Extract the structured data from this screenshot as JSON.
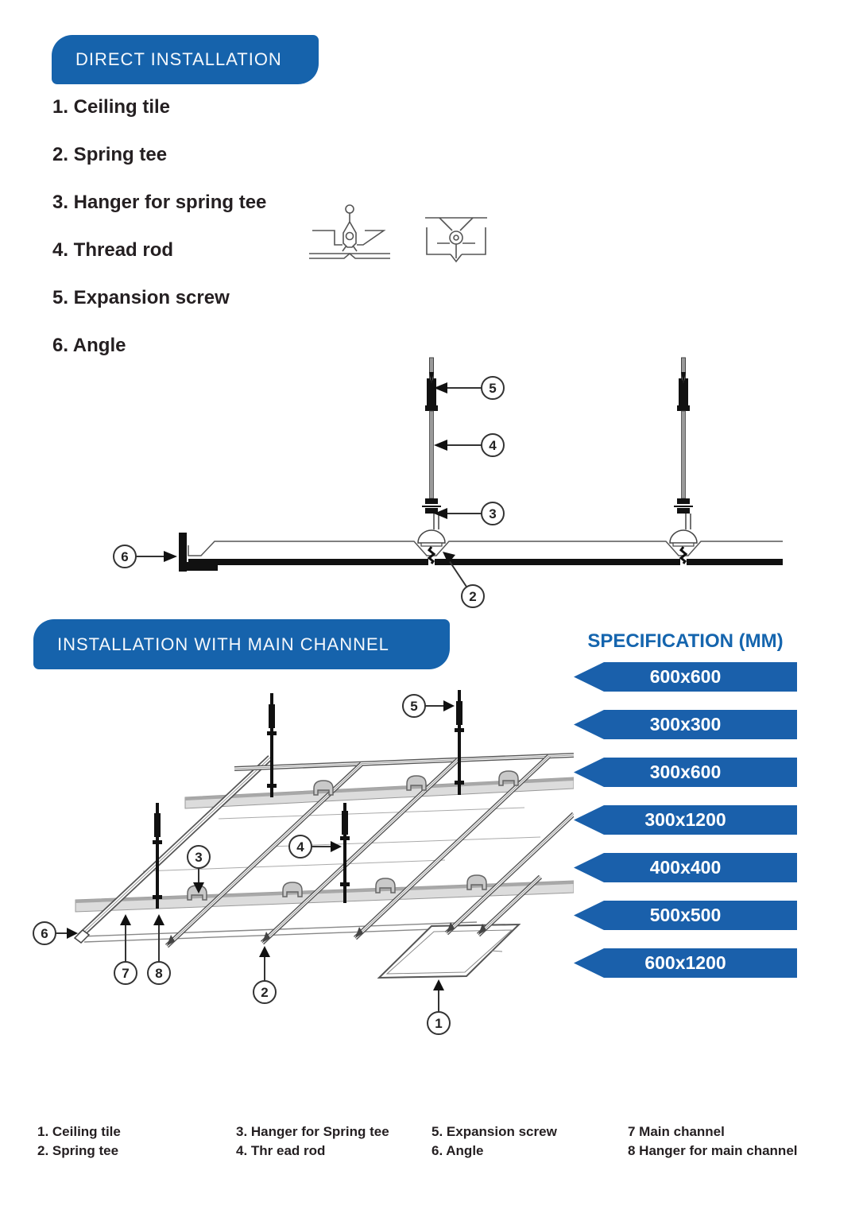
{
  "colors": {
    "banner_blue": "#1663ac",
    "arrow_blue": "#1a60ab",
    "heading_blue": "#1565ae",
    "text_dark": "#241f21"
  },
  "direct_installation": {
    "title": "DIRECT INSTALLATION",
    "items": [
      "1. Ceiling tile",
      "2. Spring tee",
      "3. Hanger for spring tee",
      "4. Thread rod",
      "5. Expansion screw",
      "6. Angle"
    ],
    "callouts": [
      "5",
      "4",
      "3",
      "6",
      "2"
    ]
  },
  "main_channel_installation": {
    "title": "INSTALLATION WITH MAIN CHANNEL",
    "callouts": [
      "5",
      "4",
      "3",
      "6",
      "7",
      "8",
      "2",
      "1"
    ]
  },
  "specification": {
    "title": "SPECIFICATION (MM)",
    "sizes": [
      "600x600",
      "300x300",
      "300x600",
      "300x1200",
      "400x400",
      "500x500",
      "600x1200"
    ]
  },
  "legend": {
    "col1": {
      "row1": "1. Ceiling tile",
      "row2": "2. Spring tee"
    },
    "col2": {
      "row1": "3. Hanger for Spring tee",
      "row2": "4. Thr ead rod"
    },
    "col3": {
      "row1": "5. Expansion screw",
      "row2": "6. Angle"
    },
    "col4": {
      "row1": "7 Main channel",
      "row2": "8 Hanger for main channel"
    }
  }
}
